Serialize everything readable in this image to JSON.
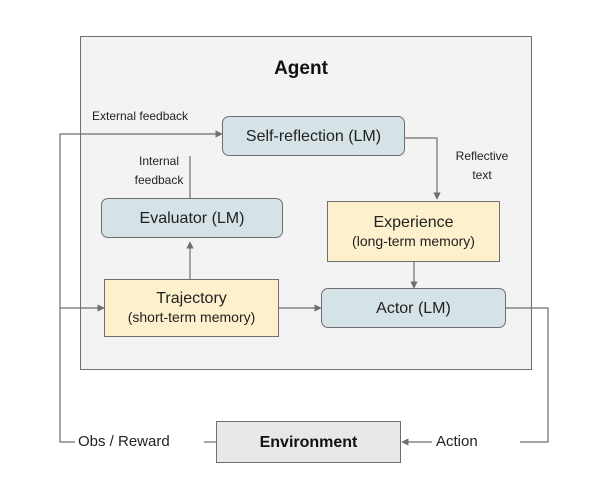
{
  "agent": {
    "title": "Agent"
  },
  "nodes": {
    "self_reflection": "Self-reflection (LM)",
    "evaluator": "Evaluator (LM)",
    "experience": {
      "line1": "Experience",
      "line2": "(long-term memory)"
    },
    "trajectory": {
      "line1": "Trajectory",
      "line2": "(short-term memory)"
    },
    "actor": "Actor (LM)",
    "environment": "Environment"
  },
  "edge_labels": {
    "external_feedback": "External feedback",
    "internal_feedback": {
      "line1": "Internal",
      "line2": "feedback"
    },
    "reflective_text": {
      "line1": "Reflective",
      "line2": "text"
    },
    "obs_reward": "Obs / Reward",
    "action": "Action"
  },
  "colors": {
    "lm_node": "#d5e2e6",
    "memory_node": "#fdf0cc",
    "environment_node": "#e8e8e8",
    "agent_background": "#f3f3f3",
    "line": "#6f6f6f"
  }
}
